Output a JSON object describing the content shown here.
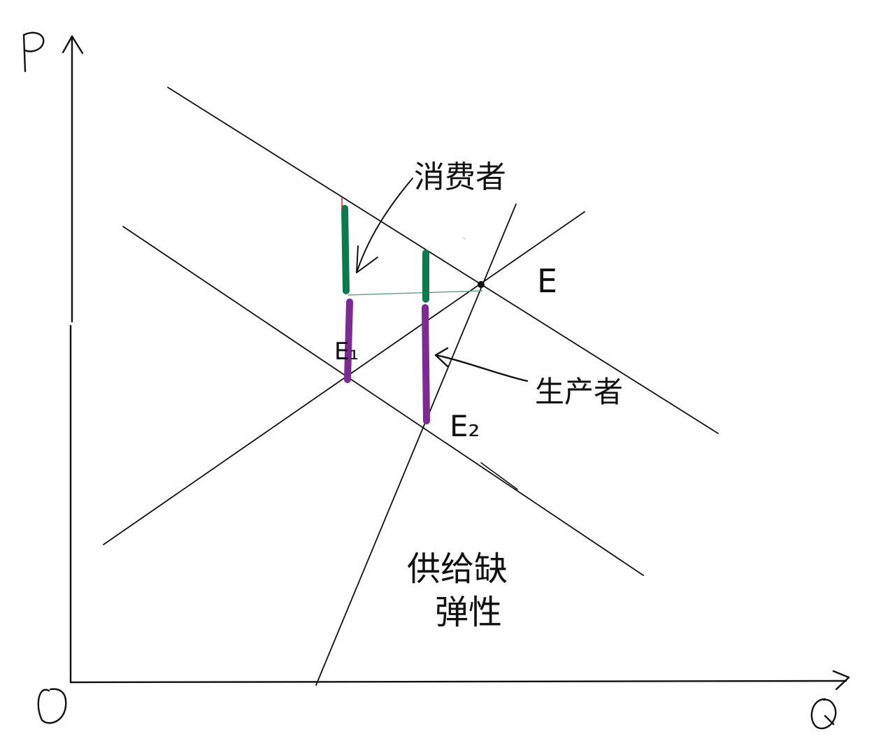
{
  "axes": {
    "y_label": "P",
    "x_label": "Q",
    "origin_label": "O"
  },
  "points": {
    "e": "E",
    "e1": "E₁",
    "e2": "E₂"
  },
  "annotations": {
    "consumer": "消费者",
    "producer": "生产者",
    "supply_elasticity_line1": "供给缺",
    "supply_elasticity_line2": "弹性"
  },
  "colors": {
    "ink": "#111111",
    "consumer_burden": "#0d7a4e",
    "producer_burden": "#7e2a94",
    "accent_red": "#d9332b"
  }
}
